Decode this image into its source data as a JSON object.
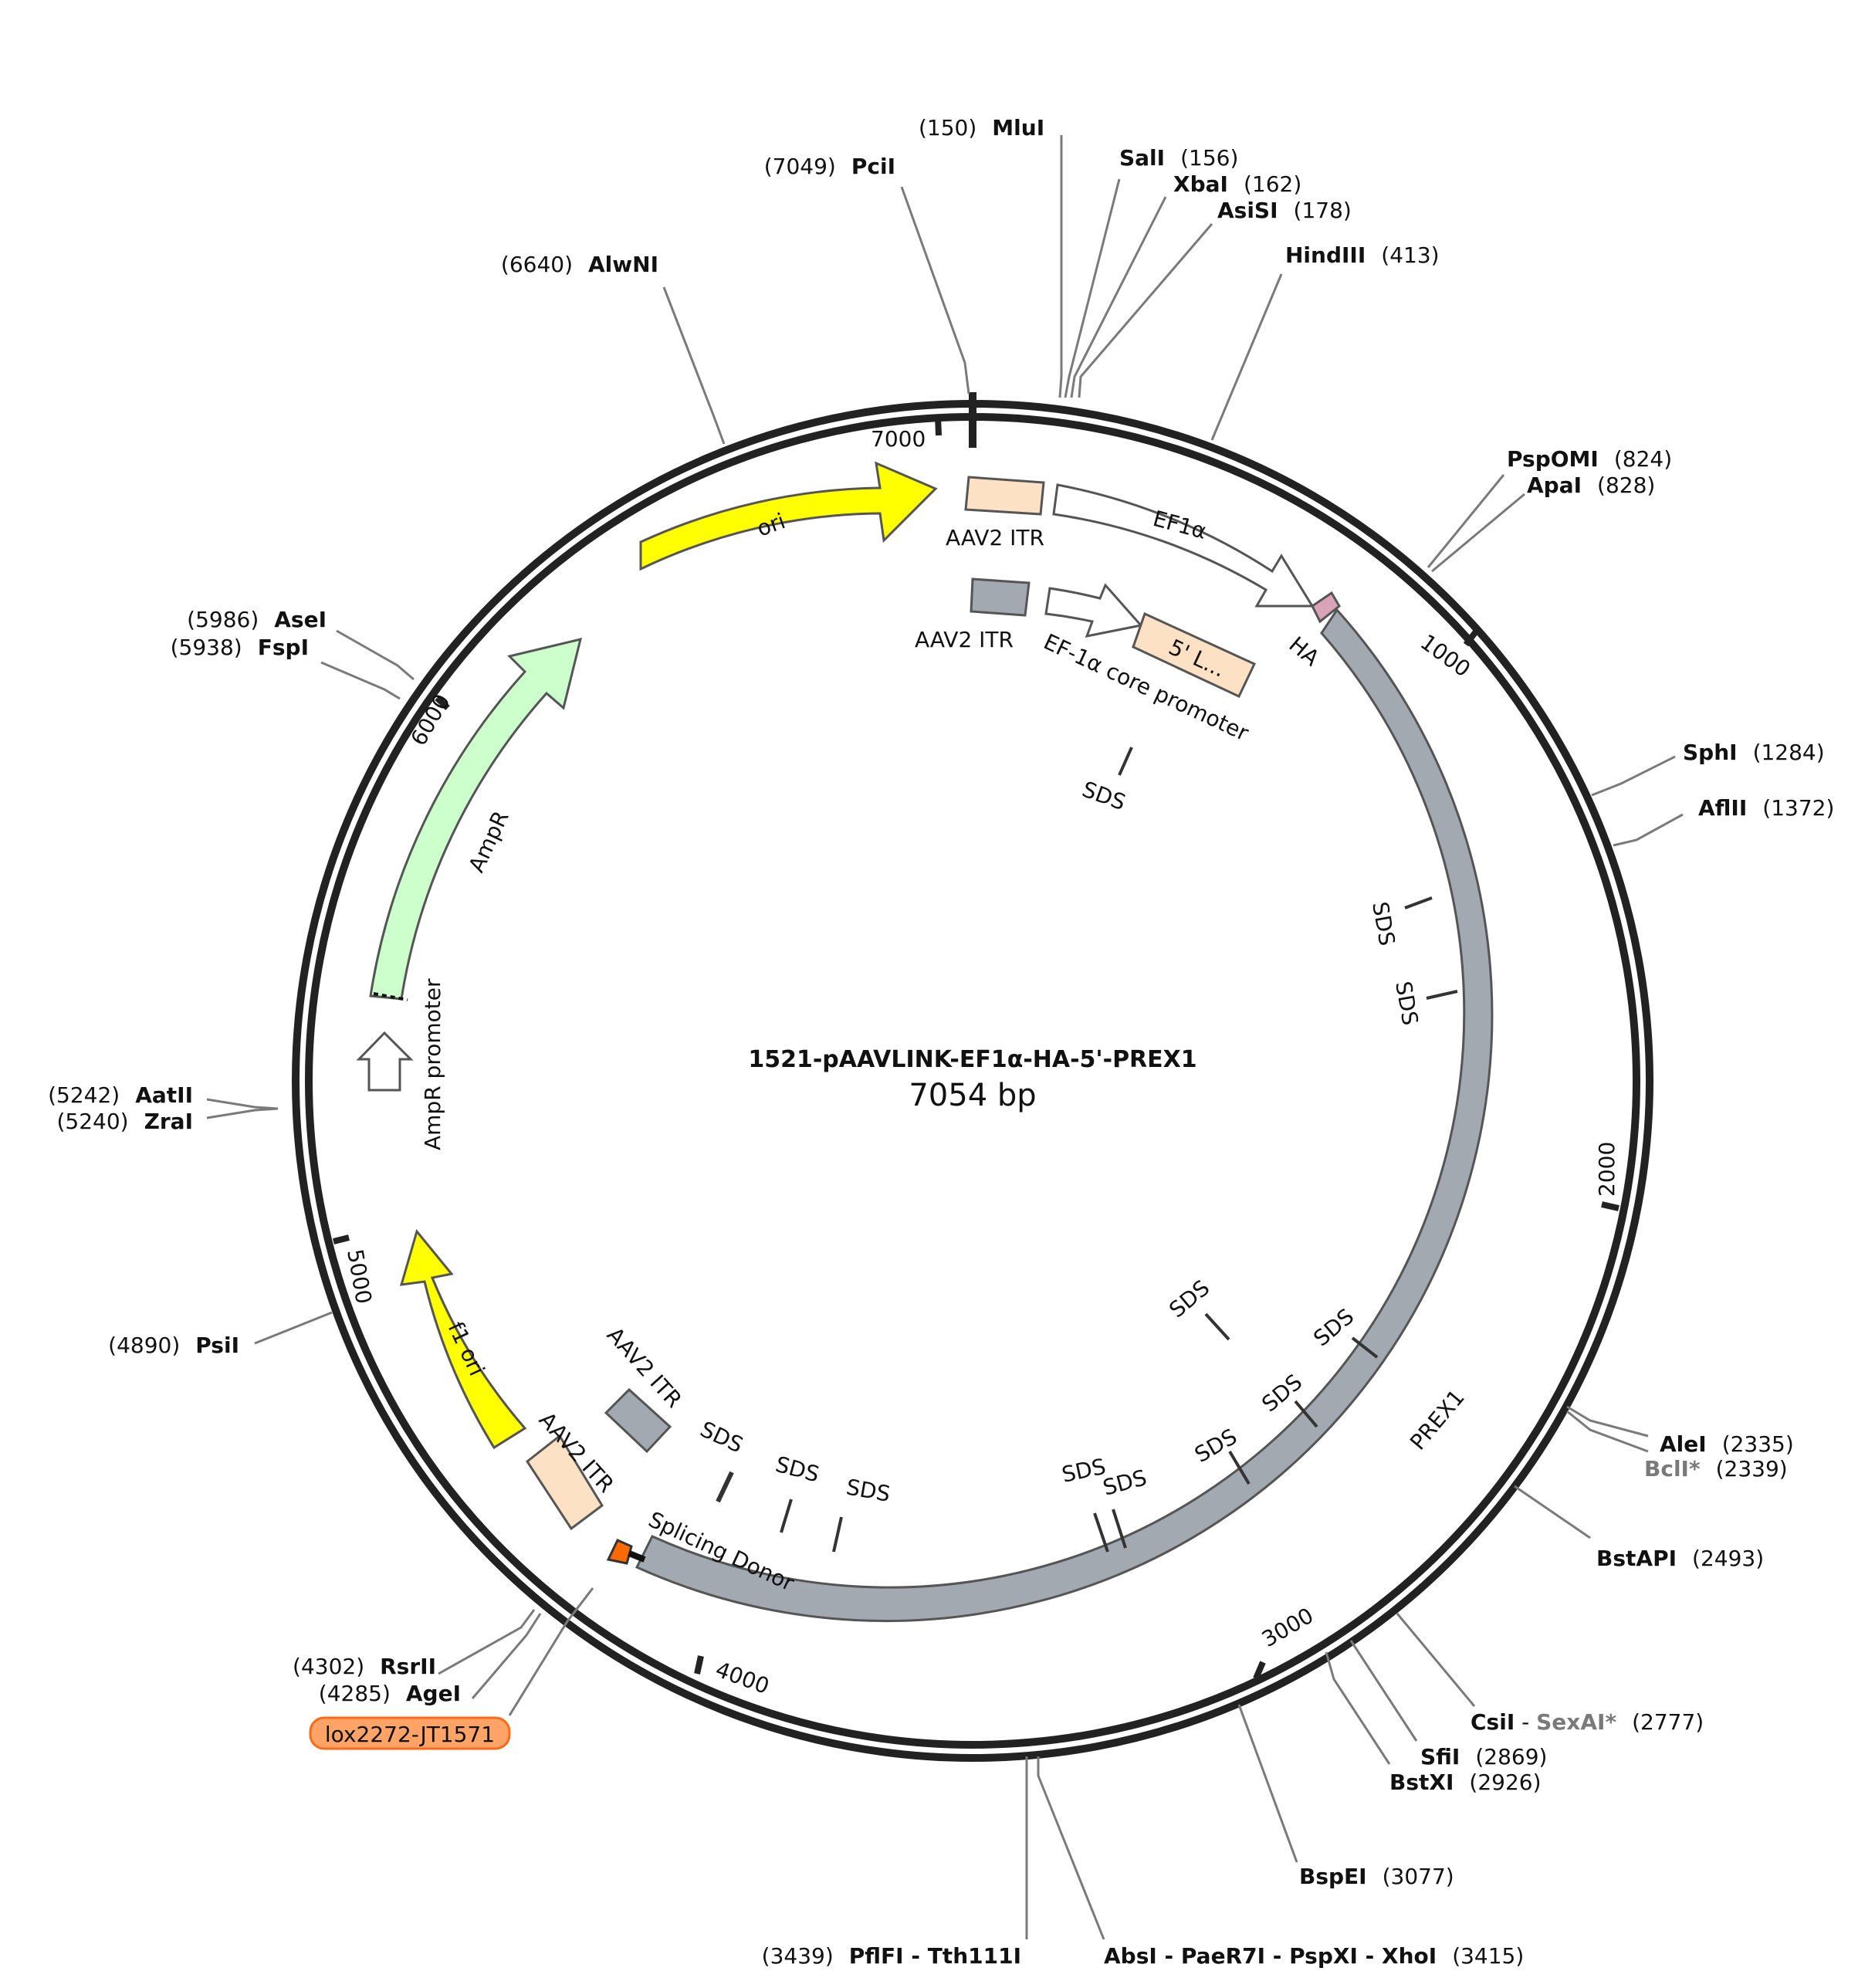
{
  "title": "1521-pAAVLINK-EF1α-HA-5'-PREX1",
  "length_label": "7054 bp",
  "total_bp": 7054,
  "ticks": [
    {
      "bp": 1000,
      "label": "1000"
    },
    {
      "bp": 2000,
      "label": "2000"
    },
    {
      "bp": 3000,
      "label": "3000"
    },
    {
      "bp": 4000,
      "label": "4000"
    },
    {
      "bp": 5000,
      "label": "5000"
    },
    {
      "bp": 6000,
      "label": "6000"
    },
    {
      "bp": 7000,
      "label": "7000"
    }
  ],
  "sites": [
    {
      "pos": "(150)",
      "name": "MluI"
    },
    {
      "pos": "(156)",
      "name": "SalI"
    },
    {
      "pos": "(162)",
      "name": "XbaI"
    },
    {
      "pos": "(178)",
      "name": "AsiSI"
    },
    {
      "pos": "(413)",
      "name": "HindIII"
    },
    {
      "pos": "(824)",
      "name": "PspOMI"
    },
    {
      "pos": "(828)",
      "name": "ApaI"
    },
    {
      "pos": "(1284)",
      "name": "SphI"
    },
    {
      "pos": "(1372)",
      "name": "AflII"
    },
    {
      "pos": "(2335)",
      "name": "AleI"
    },
    {
      "pos": "(2339)",
      "name": "BclI*"
    },
    {
      "pos": "(2493)",
      "name": "BstAPI"
    },
    {
      "pos": "(2777)",
      "name": "CsiI",
      "name2": "SexAI*"
    },
    {
      "pos": "(2869)",
      "name": "SfiI"
    },
    {
      "pos": "(2926)",
      "name": "BstXI"
    },
    {
      "pos": "(3077)",
      "name": "BspEI"
    },
    {
      "pos": "(3415)",
      "name": "AbsI - PaeR7I - PspXI - XhoI"
    },
    {
      "pos": "(3439)",
      "name": "PflFI - Tth111I"
    },
    {
      "pos": "(4302)",
      "name": "RsrII"
    },
    {
      "pos": "(4285)",
      "name": "AgeI"
    },
    {
      "pos": "(4890)",
      "name": "PsiI"
    },
    {
      "pos": "(5242)",
      "name": "AatII"
    },
    {
      "pos": "(5240)",
      "name": "ZraI"
    },
    {
      "pos": "(5986)",
      "name": "AseI"
    },
    {
      "pos": "(5938)",
      "name": "FspI"
    },
    {
      "pos": "(6640)",
      "name": "AlwNI"
    },
    {
      "pos": "(7049)",
      "name": "PciI"
    }
  ],
  "primer_label": "lox2272-JT1571",
  "features": {
    "ori": "ori",
    "aav2_itr": "AAV2 ITR",
    "ef1a": "EF1α",
    "ha": "HA",
    "five_l": "5' L...",
    "ef1a_core": "EF-1α core promoter",
    "prex1": "PREX1",
    "ampr": "AmpR",
    "ampr_promoter": "AmpR promoter",
    "f1_ori": "f1 ori",
    "splicing_donor": "Splicing Donor",
    "sds": "SDS"
  },
  "colors": {
    "ori": "#ffff00",
    "itr_light": "#fde1c4",
    "itr_gray": "#a3a9b0",
    "prex1": "#a3a9b0",
    "ampr": "#ccffcc",
    "ha": "#d9a3b8",
    "splice": "#ff6a00",
    "primer": "#ffa366",
    "primer_border": "#ff6a1a"
  }
}
